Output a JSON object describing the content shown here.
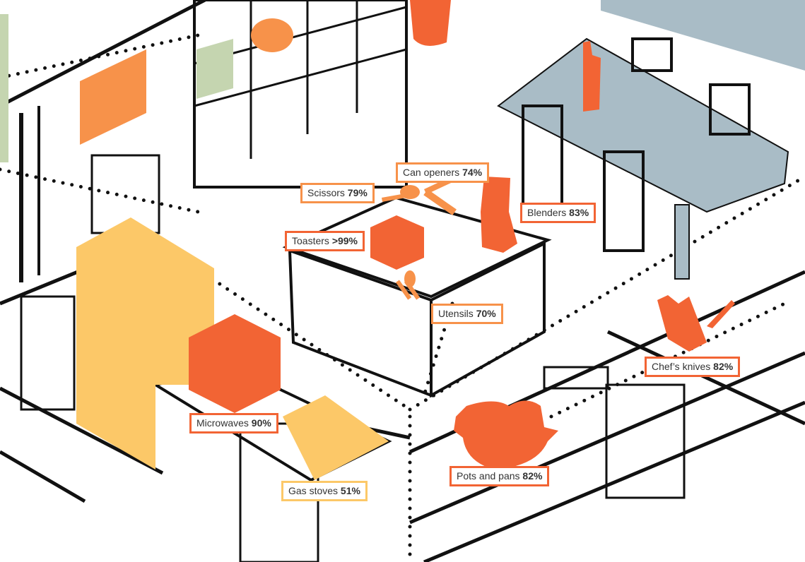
{
  "colors": {
    "high": "#f26434",
    "mid": "#f7924a",
    "low": "#fcc868",
    "table": "#a9bcc6",
    "panel": "#c5d5b0"
  },
  "labels": [
    {
      "name": "Can openers",
      "value": "74%"
    },
    {
      "name": "Scissors",
      "value": "79%"
    },
    {
      "name": "Blenders",
      "value": "83%"
    },
    {
      "name": "Toasters",
      "value": ">99%"
    },
    {
      "name": "Utensils",
      "value": "70%"
    },
    {
      "name": "Microwaves",
      "value": "90%"
    },
    {
      "name": "Chef’s knives",
      "value": "82%"
    },
    {
      "name": "Pots and pans",
      "value": "82%"
    },
    {
      "name": "Gas stoves",
      "value": "51%"
    }
  ]
}
